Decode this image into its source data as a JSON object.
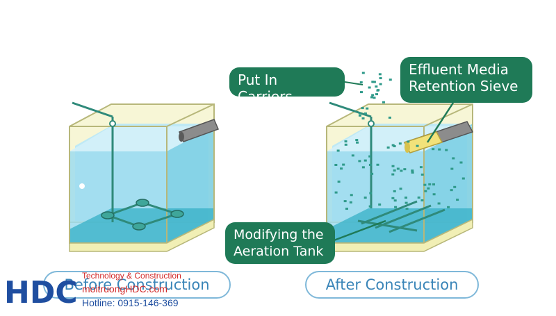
{
  "callouts": {
    "carriers": "Put In Carriers",
    "sieve_line1": "Effluent Media",
    "sieve_line2": "Retention Sieve",
    "aeration_line1": "Modifying the",
    "aeration_line2": "Aeration Tank"
  },
  "labels": {
    "before": "Before Construction",
    "after": "After Construction"
  },
  "company": {
    "logo_text": "HDC",
    "tagline": "Technology & Construction",
    "website": "moitruongHDC.com",
    "hotline": "Hotline: 0915-146-369"
  },
  "colors": {
    "callout_bg": "#1f7a57",
    "water": "#7fd3ea",
    "tank_frame": "#f1efb5",
    "logo_blue": "#1f4ea0",
    "accent_red": "#d22a2a"
  }
}
